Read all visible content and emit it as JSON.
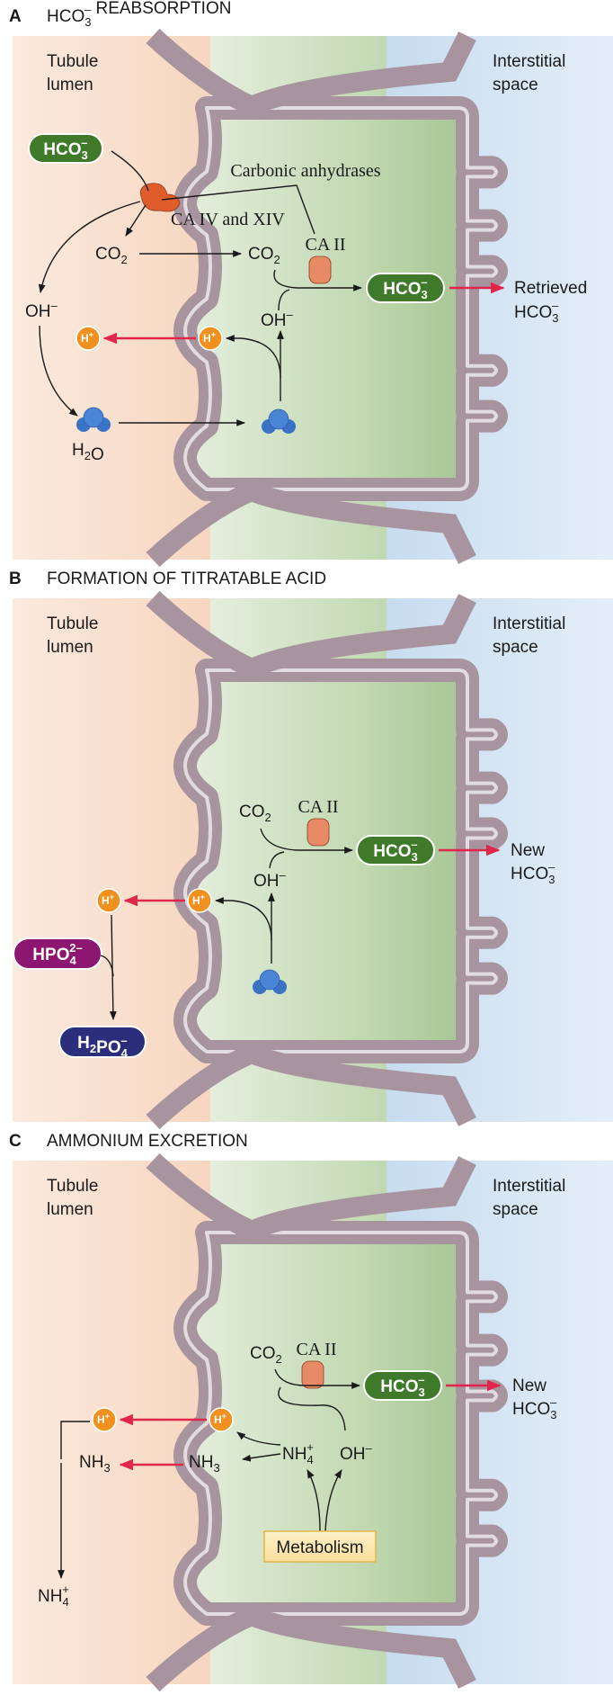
{
  "colors": {
    "membrane": "#a7949e",
    "membrane_inner": "#e2dbe0",
    "lumen": "#f8ddc8",
    "cell": "#b5d0a6",
    "interstitial": "#d5e6f3",
    "hco3_pill": "#3f7a2a",
    "proton": "#f0911f",
    "hpo4_pill": "#8d1671",
    "h2po4_pill": "#2b2f7b",
    "red_arrow": "#e0264b",
    "enzyme_ca2": "#e98a66",
    "enzyme_ca4": "#e05c2a",
    "water": "#3a72c4",
    "metabolism_box": "#fbe6b0"
  },
  "icons": {
    "water": "water-molecule-icon",
    "proton": "proton-icon",
    "enzyme": "carbonic-anhydrase-icon"
  },
  "panels": [
    {
      "letter": "A",
      "title": {
        "main": "HCO",
        "sub": "3",
        "sup": "–",
        "rest": " REABSORPTION"
      },
      "lumen_label": [
        "Tubule",
        "lumen"
      ],
      "interstitial_label": [
        "Interstitial",
        "space"
      ],
      "hco3_lumen": {
        "main": "HCO",
        "sub": "3",
        "sup": "–"
      },
      "carbonic_anhydrases": "Carbonic anhydrases",
      "ca_iv_xiv": "CA IV and  XIV",
      "ca_ii": "CA II",
      "co2": {
        "main": "CO",
        "sub": "2"
      },
      "oh": {
        "main": "OH",
        "sup": "–"
      },
      "h_plus": {
        "main": "H",
        "sup": "+"
      },
      "h2o": {
        "main": "H",
        "sub": "2",
        "rest": "O"
      },
      "hco3_cell": {
        "main": "HCO",
        "sub": "3",
        "sup": "–"
      },
      "result": {
        "line1": "Retrieved",
        "main": "HCO",
        "sub": "3",
        "sup": "–"
      }
    },
    {
      "letter": "B",
      "title": {
        "main": "FORMATION OF TITRATABLE ACID"
      },
      "lumen_label": [
        "Tubule",
        "lumen"
      ],
      "interstitial_label": [
        "Interstitial",
        "space"
      ],
      "co2": {
        "main": "CO",
        "sub": "2"
      },
      "ca_ii": "CA II",
      "oh": {
        "main": "OH",
        "sup": "–"
      },
      "h_plus": {
        "main": "H",
        "sup": "+"
      },
      "hco3_cell": {
        "main": "HCO",
        "sub": "3",
        "sup": "–"
      },
      "hpo4": {
        "main": "HPO",
        "sub": "4",
        "sup": "2–"
      },
      "h2po4": {
        "main": "H",
        "sub1": "2",
        "mid": "PO",
        "sub2": "4",
        "sup": "–"
      },
      "result": {
        "line1": "New",
        "main": "HCO",
        "sub": "3",
        "sup": "–"
      }
    },
    {
      "letter": "C",
      "title": {
        "main": "AMMONIUM EXCRETION"
      },
      "lumen_label": [
        "Tubule",
        "lumen"
      ],
      "interstitial_label": [
        "Interstitial",
        "space"
      ],
      "co2": {
        "main": "CO",
        "sub": "2"
      },
      "ca_ii": "CA II",
      "oh": {
        "main": "OH",
        "sup": "–"
      },
      "h_plus": {
        "main": "H",
        "sup": "+"
      },
      "nh3": {
        "main": "NH",
        "sub": "3"
      },
      "nh4": {
        "main": "NH",
        "sub": "4",
        "sup": "+"
      },
      "hco3_cell": {
        "main": "HCO",
        "sub": "3",
        "sup": "–"
      },
      "metabolism": "Metabolism",
      "result": {
        "line1": "New",
        "main": "HCO",
        "sub": "3",
        "sup": "–"
      }
    }
  ]
}
